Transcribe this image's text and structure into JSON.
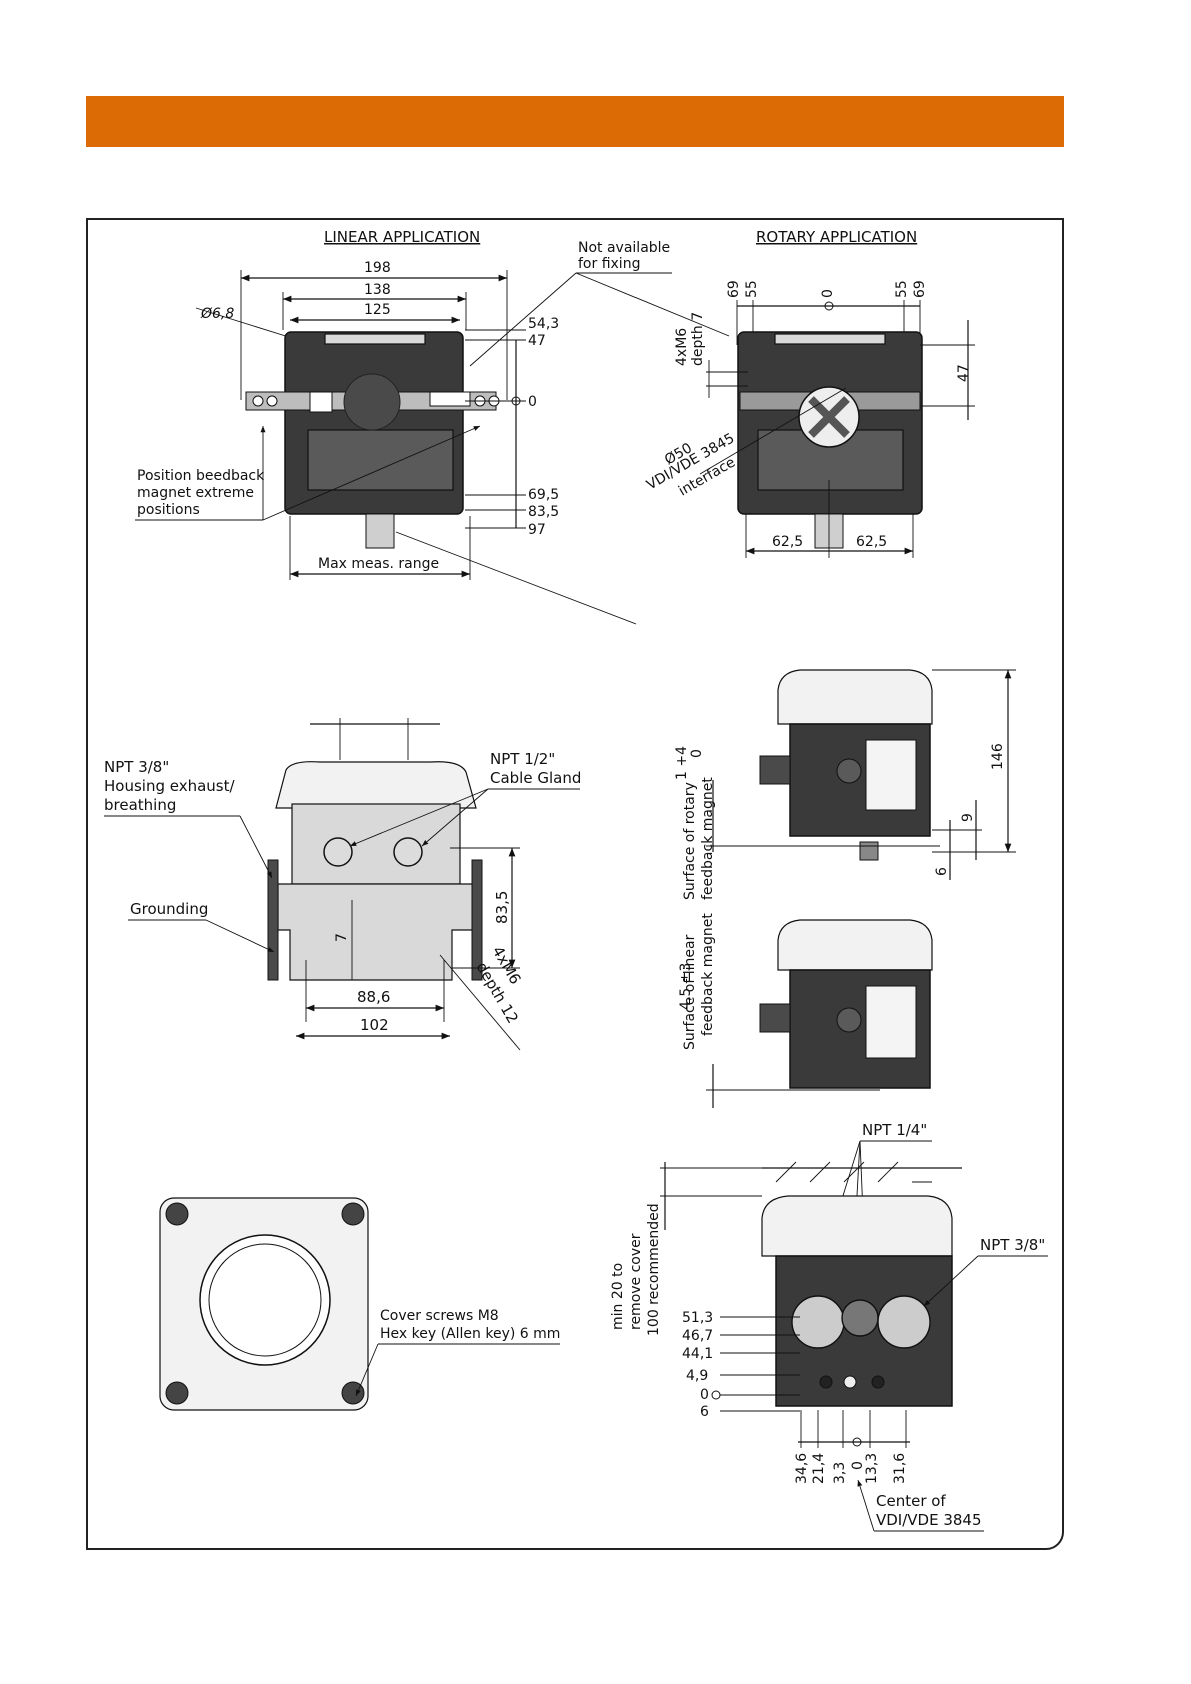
{
  "header": {
    "bar_color": "#dd6b05"
  },
  "linear": {
    "title": "LINEAR APPLICATION",
    "dims": {
      "d198": "198",
      "d138": "138",
      "d125": "125",
      "hole": "Ø6,8",
      "v543": "54,3",
      "v47": "47",
      "v0": "0",
      "v695": "69,5",
      "v835": "83,5",
      "v97": "97"
    },
    "note_fixing": [
      "Not available",
      "for fixing"
    ],
    "note_magnet": [
      "Position beedback",
      "magnet extreme",
      "positions"
    ],
    "range": "Max meas. range"
  },
  "rotary": {
    "title": "ROTARY APPLICATION",
    "dims": {
      "d69l": "69",
      "d55l": "55",
      "d0": "0",
      "d55r": "55",
      "d69r": "69",
      "screw": [
        "4xM6",
        "depth 7"
      ],
      "d47": "47",
      "interface": [
        "Ø50",
        "VDI/VDE 3845",
        "interface"
      ],
      "h1": "62,5",
      "h2": "62,5"
    }
  },
  "front": {
    "npt38": [
      "NPT 3/8\"",
      "Housing exhaust/",
      "breathing"
    ],
    "npt12": [
      "NPT 1/2\"",
      "Cable Gland"
    ],
    "grounding": "Grounding",
    "d835": "83,5",
    "d7": "7",
    "d886": "88,6",
    "d102": "102",
    "screws": [
      "4xM6",
      "depth 12"
    ]
  },
  "side_rotary": {
    "label": [
      "1 +4",
      "0",
      "Surface of rotary",
      "feedback magnet"
    ],
    "d146": "146",
    "d9": "9",
    "d6": "6"
  },
  "side_linear": {
    "label": [
      "4,5 ±3",
      "Surface  of linear",
      "feedback magnet"
    ]
  },
  "cover": {
    "note": [
      "Cover screws M8",
      "Hex key (Allen key) 6 mm"
    ]
  },
  "bottom": {
    "npt14": "NPT 1/4\"",
    "npt38": "NPT 3/8\"",
    "clearance": [
      "min 20 to",
      "remove cover",
      "100 recommended"
    ],
    "v": [
      "51,3",
      "46,7",
      "44,1",
      "4,9",
      "0",
      "6"
    ],
    "h": [
      "34,6",
      "21,4",
      "3,3",
      "0",
      "13,3",
      "31,6"
    ],
    "center": [
      "Center of",
      "VDI/VDE 3845"
    ]
  }
}
